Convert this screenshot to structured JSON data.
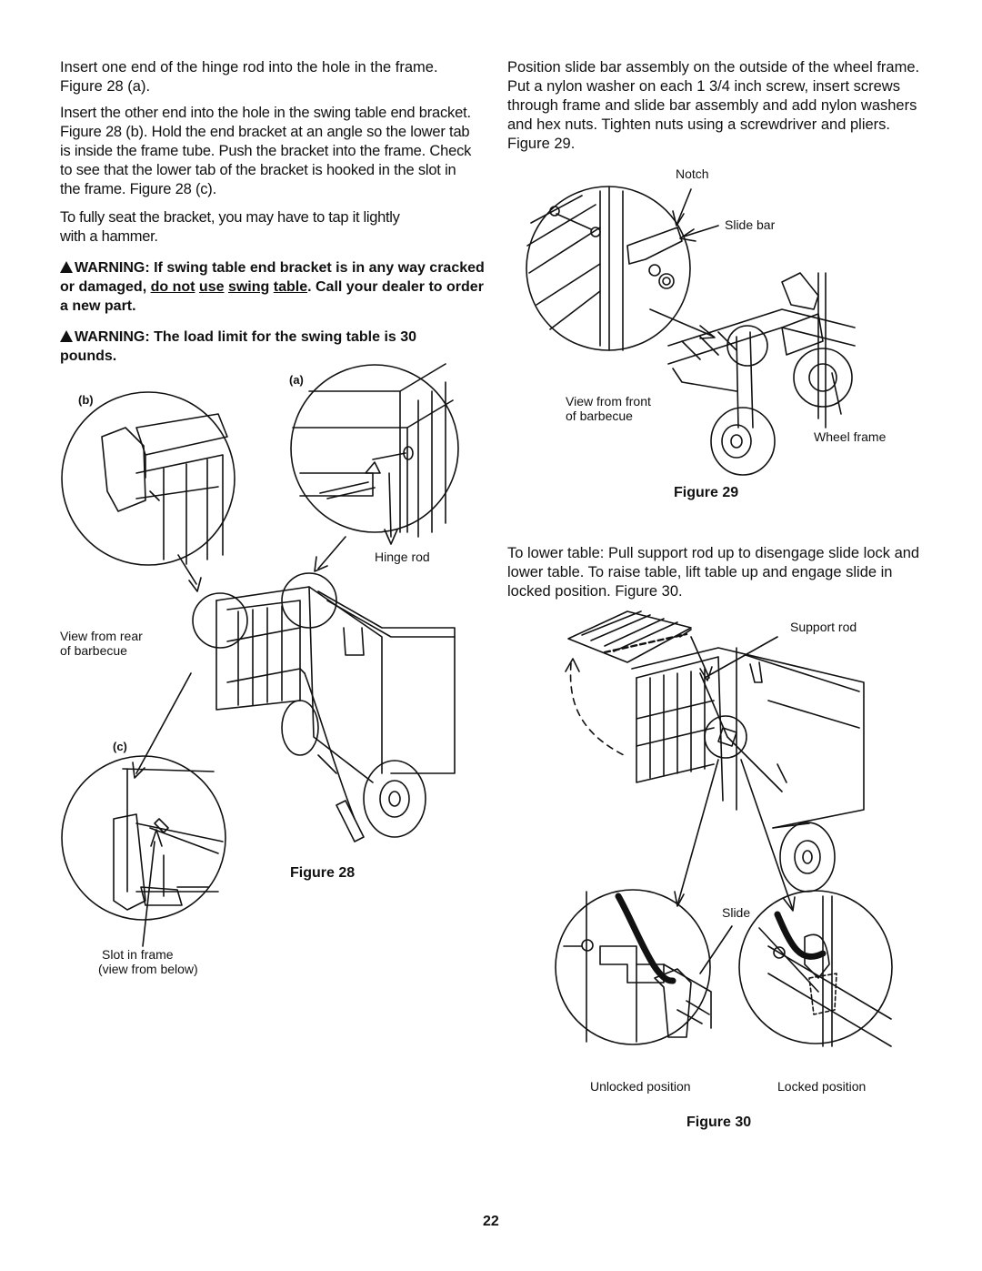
{
  "left": {
    "p1": "Insert one end of the hinge rod into the hole in the frame. Figure 28 (a).",
    "p2": "Insert the other end into the hole in the swing table end bracket. Figure 28 (b). Hold the end bracket at an angle so the lower tab is inside the frame tube. Push the bracket into the frame. Check to see that the lower tab of the bracket is hooked in the slot in the frame. Figure 28 (c).",
    "p3": "To fully seat the bracket, you may have to tap it lightly with a hammer.",
    "warning1": {
      "prefix": "WARNING: If swing table end bracket is in any way cracked or damaged,",
      "do_not": "do not",
      "use": "use",
      "swing": "swing",
      "table": "table",
      "suffix": ". Call your dealer to order a new part."
    },
    "warning2": "WARNING: The load limit for the swing table is 30 pounds."
  },
  "figure28": {
    "caption": "Figure 28",
    "tag_a": "(a)",
    "tag_b": "(b)",
    "tag_c": "(c)",
    "hinge_rod": "Hinge rod",
    "view_rear_1": "View from rear",
    "view_rear_2": "of barbecue",
    "slot_1": "Slot in frame",
    "slot_2": "(view from below)"
  },
  "right": {
    "p1": "Position slide bar assembly on the outside of the wheel frame. Put a nylon washer on each 1 3/4 inch screw, insert screws through frame and slide bar assembly and add nylon washers and hex nuts. Tighten nuts using a screwdriver and pliers. Figure 29.",
    "p2": "To lower table: Pull support rod up to disengage slide lock and lower table. To raise table, lift table up and engage slide in locked position. Figure 30."
  },
  "figure29": {
    "caption": "Figure 29",
    "notch": "Notch",
    "slide_bar": "Slide bar",
    "view_front_1": "View from front",
    "view_front_2": "of barbecue",
    "wheel_frame": "Wheel frame"
  },
  "figure30": {
    "caption": "Figure 30",
    "support_rod": "Support rod",
    "slide": "Slide",
    "unlocked": "Unlocked position",
    "locked": "Locked position"
  },
  "page_number": "22"
}
